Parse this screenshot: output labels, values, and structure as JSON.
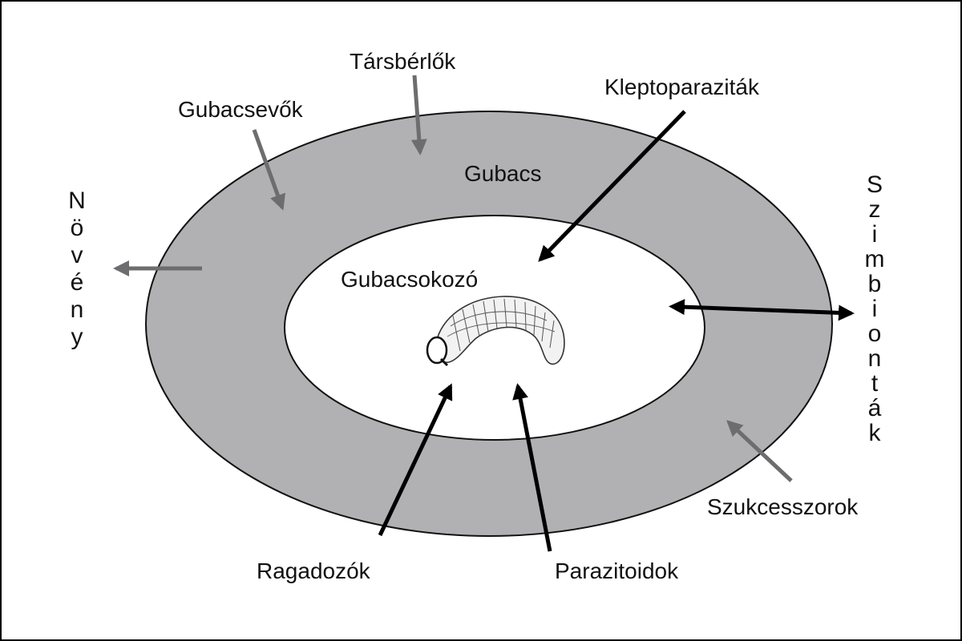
{
  "labels": {
    "gall": "Gubacs",
    "gall_inducer": "Gubacsokozó",
    "inquilines": "Társbérlők",
    "gall_eaters": "Gubacsevők",
    "kleptoparasites": "Kleptoparaziták",
    "plant": "Növény",
    "symbionts": "Szimbionták",
    "successors": "Szukcesszorok",
    "predators": "Ragadozók",
    "parasitoids": "Parazitoidok"
  },
  "colors": {
    "ring": "#b1b1b3",
    "inner": "#ffffff",
    "gray_arrow": "#6d6d6f",
    "black_arrow": "#000000",
    "border": "#000000"
  },
  "icons": {
    "larva": "larva-icon"
  }
}
